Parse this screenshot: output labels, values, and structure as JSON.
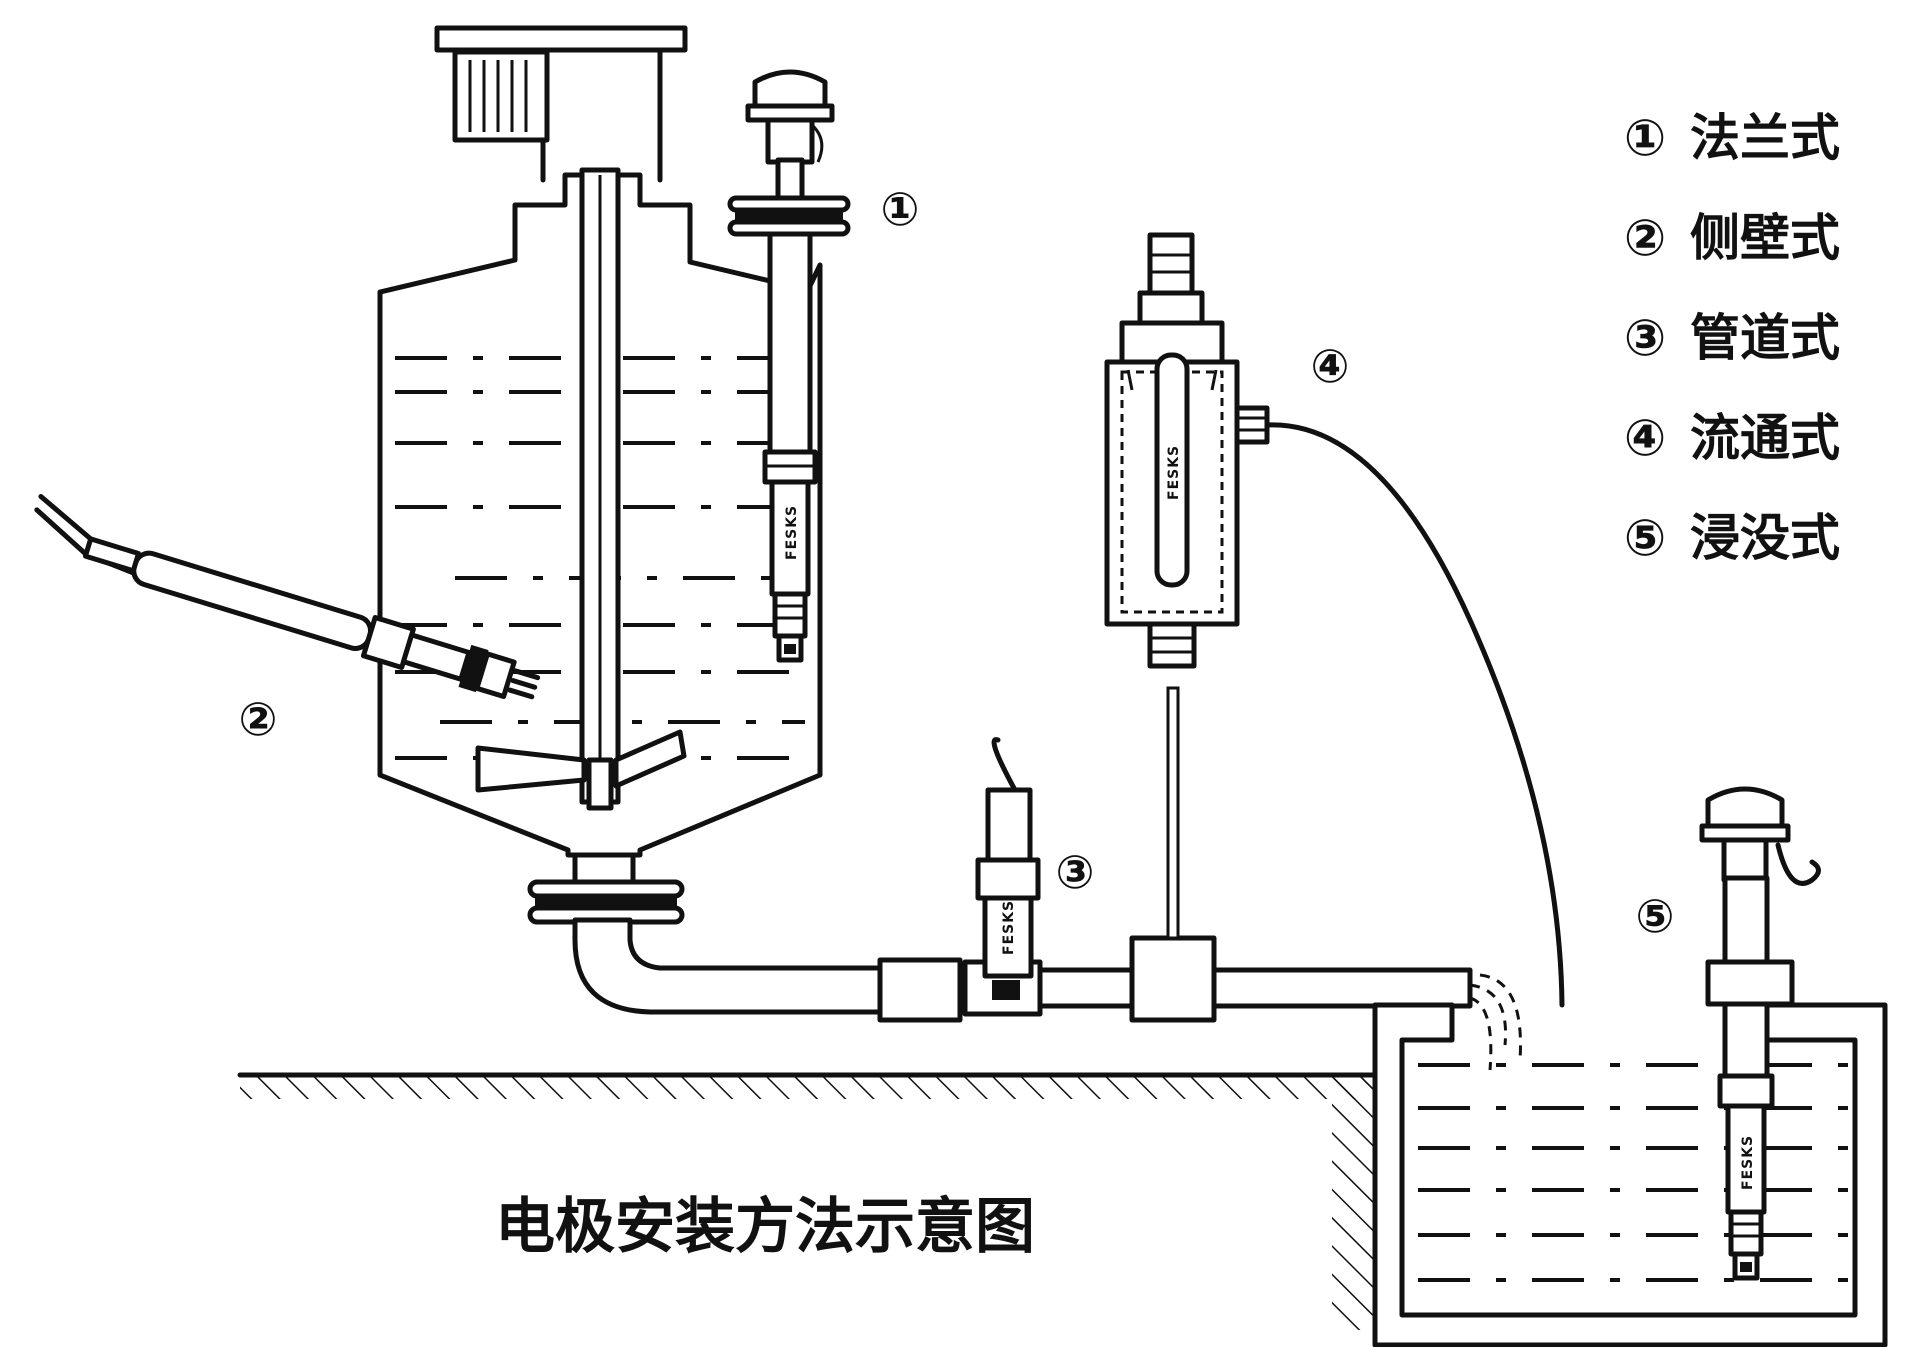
{
  "caption": "电极安装方法示意图",
  "brand": "FESKS",
  "legend": [
    {
      "marker": "①",
      "label": "法兰式"
    },
    {
      "marker": "②",
      "label": "侧壁式"
    },
    {
      "marker": "③",
      "label": "管道式"
    },
    {
      "marker": "④",
      "label": "流通式"
    },
    {
      "marker": "⑤",
      "label": "浸没式"
    }
  ],
  "callouts": {
    "flange": "①",
    "side_wall": "②",
    "pipeline": "③",
    "flow_through": "④",
    "immersion": "⑤"
  }
}
